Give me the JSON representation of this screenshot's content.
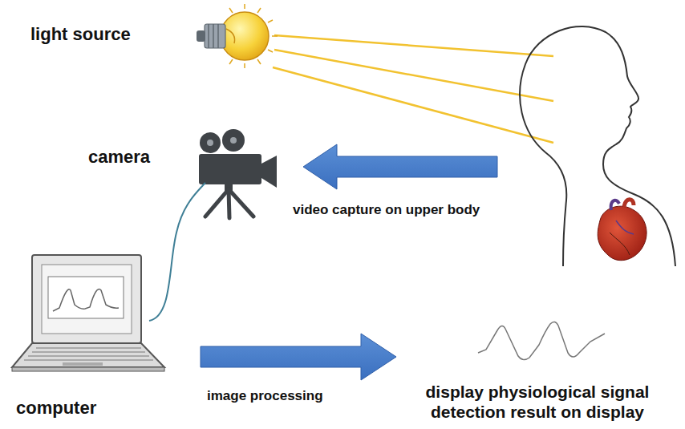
{
  "diagram": {
    "labels": [
      "light source",
      "camera",
      "video capture on upper body",
      "computer",
      "image processing",
      "display physiological signal detection result on display"
    ]
  }
}
